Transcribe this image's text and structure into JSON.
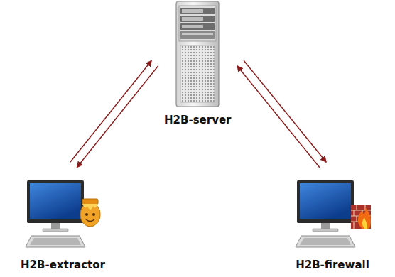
{
  "diagram": {
    "nodes": [
      {
        "text": [
          "H2B-server"
        ]
      },
      {
        "text": [
          "H2B-extractor"
        ]
      },
      {
        "text": [
          "H2B-firewall"
        ]
      }
    ],
    "edges": [
      {
        "from": 1,
        "to": 0,
        "arrow": "to"
      },
      {
        "from": 0,
        "to": 1,
        "arrow": "to"
      },
      {
        "from": 2,
        "to": 0,
        "arrow": "to"
      },
      {
        "from": 0,
        "to": 2,
        "arrow": "to"
      }
    ]
  }
}
